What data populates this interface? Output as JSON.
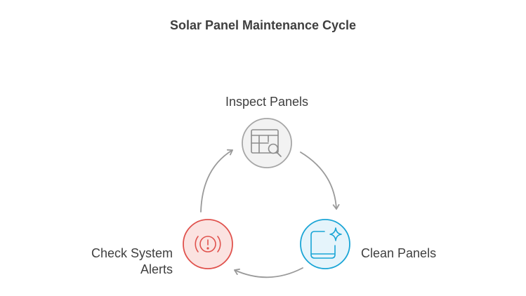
{
  "title": "Solar Panel Maintenance Cycle",
  "steps": [
    {
      "label": "Inspect Panels",
      "icon": "table-search-icon",
      "color": "#f2f2f2",
      "stroke": "#a6a6a6"
    },
    {
      "label": "Clean Panels",
      "icon": "sparkle-panel-icon",
      "color": "#e5f4fb",
      "stroke": "#1aa5d6"
    },
    {
      "label_line1": "Check System",
      "label_line2": "Alerts",
      "icon": "alert-icon",
      "color": "#fbe3e1",
      "stroke": "#e0524d"
    }
  ],
  "arrow_color": "#9a9a9a"
}
